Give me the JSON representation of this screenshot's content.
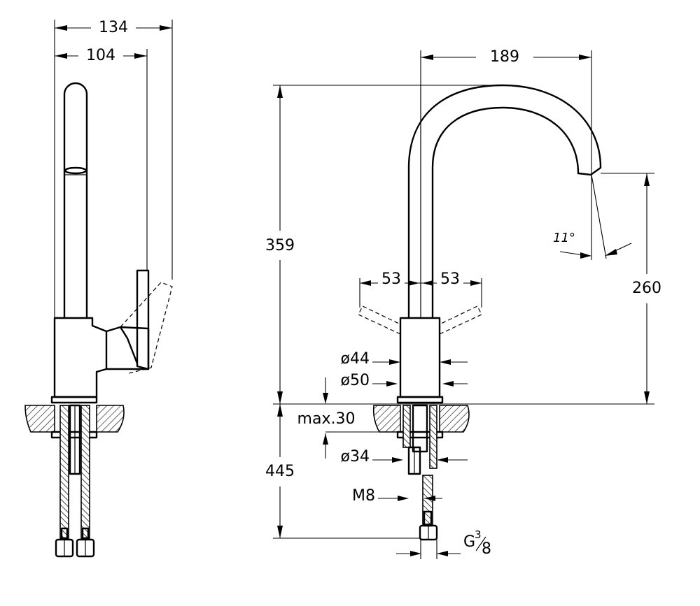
{
  "dimensions": {
    "side_width_overall": "134",
    "side_width_lever": "104",
    "spout_reach": "189",
    "total_height": "359",
    "spout_height": "260",
    "handle_left": "53",
    "handle_right": "53",
    "body_diameter": "ø44",
    "base_diameter": "ø50",
    "max_deck": "max.30",
    "shank_diameter": "ø34",
    "below_deck": "445",
    "stud_thread": "M8",
    "connection_main": "G",
    "connection_num": "3",
    "connection_den": "8",
    "spout_angle": "11°"
  }
}
